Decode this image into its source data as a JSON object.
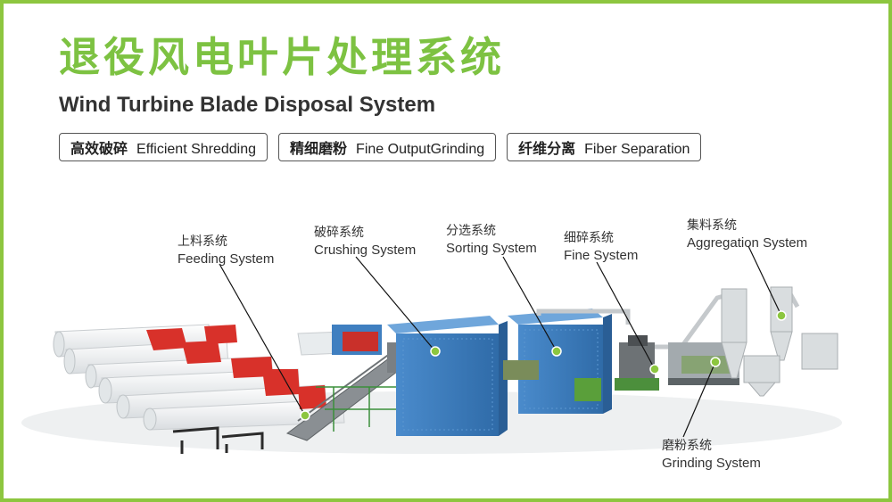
{
  "header": {
    "title_cn": "退役风电叶片处理系统",
    "title_en": "Wind Turbine Blade Disposal System"
  },
  "features": [
    {
      "cn": "高效破碎",
      "en": "Efficient Shredding"
    },
    {
      "cn": "精细磨粉",
      "en": "Fine OutputGrinding"
    },
    {
      "cn": "纤维分离",
      "en": "Fiber Separation"
    }
  ],
  "stages": {
    "feeding": {
      "cn": "上料系统",
      "en": "Feeding System"
    },
    "crushing": {
      "cn": "破碎系统",
      "en": "Crushing System"
    },
    "sorting": {
      "cn": "分选系统",
      "en": "Sorting System"
    },
    "fine": {
      "cn": "细碎系统",
      "en": "Fine System"
    },
    "aggregation": {
      "cn": "集料系统",
      "en": "Aggregation System"
    },
    "grinding": {
      "cn": "磨粉系统",
      "en": "Grinding System"
    }
  },
  "colors": {
    "accent_green": "#7dc242",
    "container_blue": "#3f7fc0",
    "blade_red": "#d8312a",
    "marker_green": "#8cc63f"
  }
}
